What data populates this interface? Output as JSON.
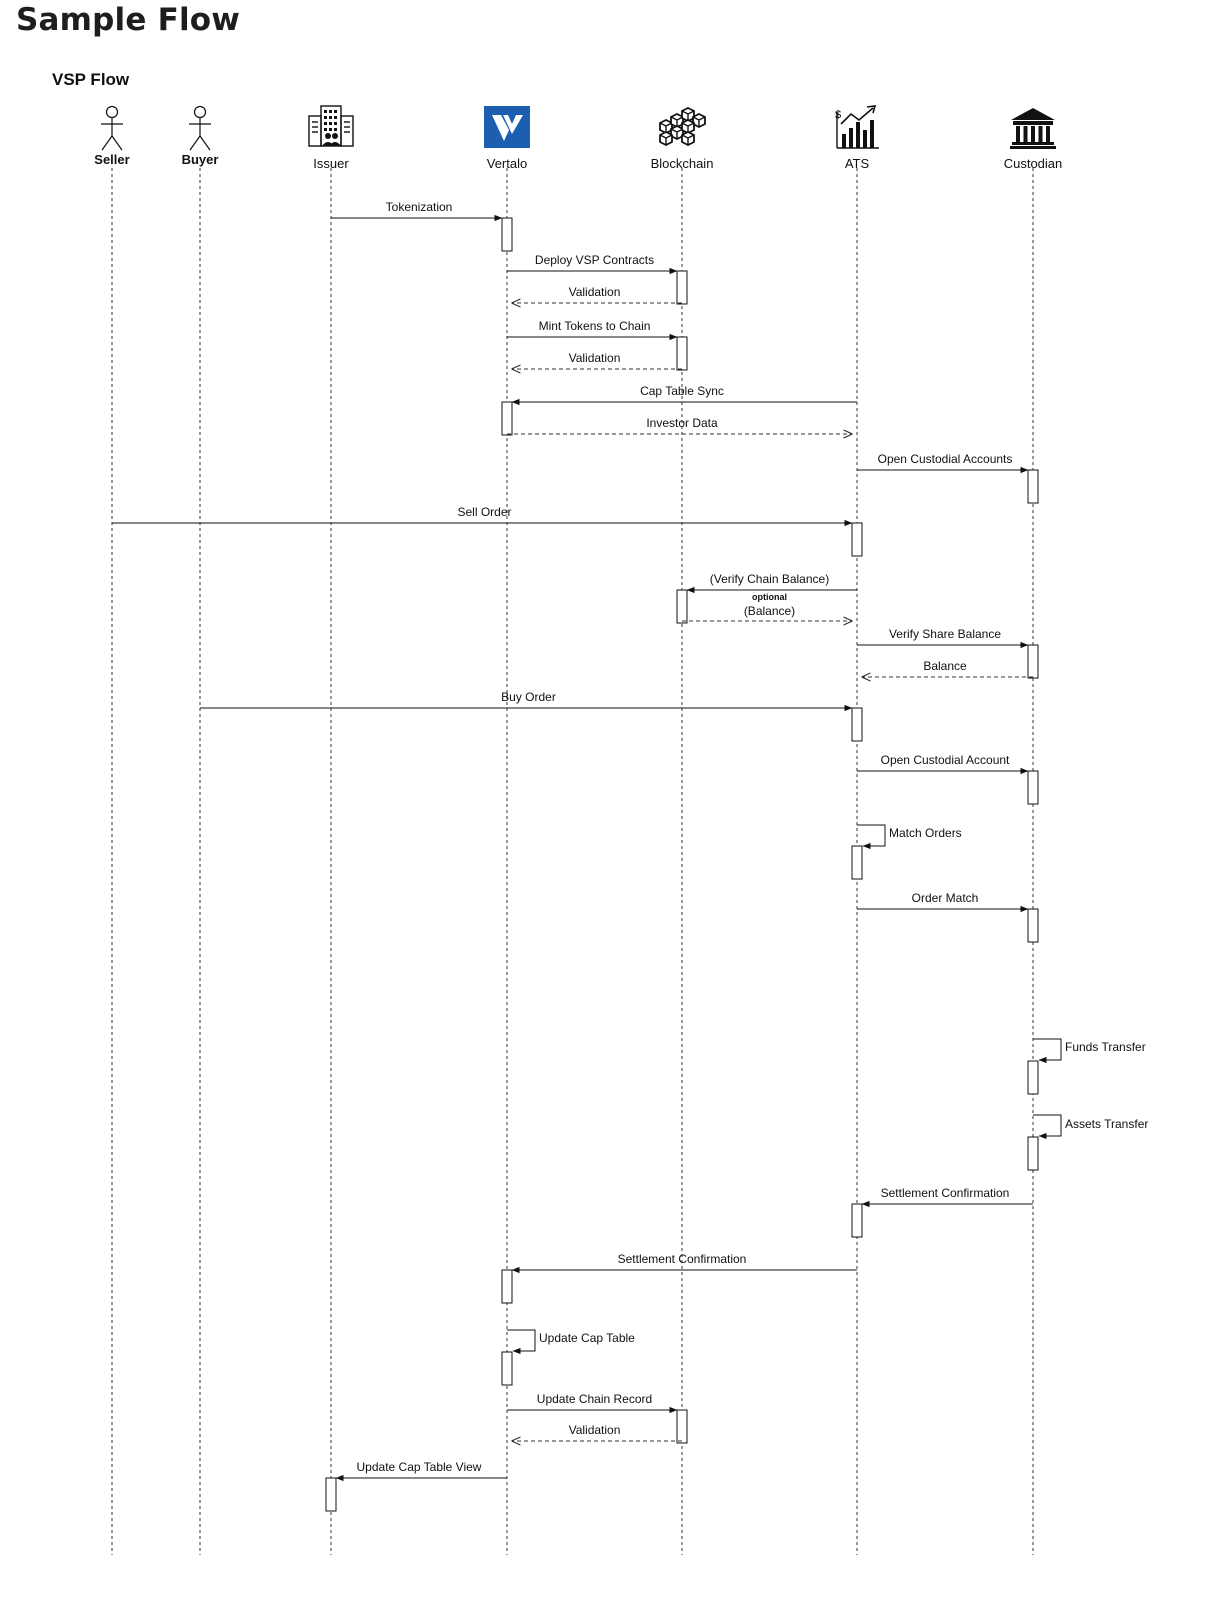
{
  "page_title": "Sample Flow",
  "diagram_title": "VSP Flow",
  "participants": [
    {
      "id": "seller",
      "label": "Seller",
      "icon": "stick-figure-icon",
      "bold": true
    },
    {
      "id": "buyer",
      "label": "Buyer",
      "icon": "stick-figure-icon",
      "bold": true
    },
    {
      "id": "issuer",
      "label": "Issuer",
      "icon": "office-building-icon",
      "bold": false
    },
    {
      "id": "vertalo",
      "label": "Vertalo",
      "icon": "vertalo-logo-icon",
      "bold": false
    },
    {
      "id": "blockchain",
      "label": "Blockchain",
      "icon": "blockchain-cubes-icon",
      "bold": false
    },
    {
      "id": "ats",
      "label": "ATS",
      "icon": "stock-chart-icon",
      "bold": false
    },
    {
      "id": "custodian",
      "label": "Custodian",
      "icon": "bank-building-icon",
      "bold": false
    }
  ],
  "messages": [
    {
      "from": "issuer",
      "to": "vertalo",
      "label": "Tokenization",
      "style": "solid"
    },
    {
      "from": "vertalo",
      "to": "blockchain",
      "label": "Deploy VSP Contracts",
      "style": "solid"
    },
    {
      "from": "blockchain",
      "to": "vertalo",
      "label": "Validation",
      "style": "dashed"
    },
    {
      "from": "vertalo",
      "to": "blockchain",
      "label": "Mint Tokens to Chain",
      "style": "solid"
    },
    {
      "from": "blockchain",
      "to": "vertalo",
      "label": "Validation",
      "style": "dashed"
    },
    {
      "from": "ats",
      "to": "vertalo",
      "label": "Cap Table Sync",
      "style": "solid"
    },
    {
      "from": "vertalo",
      "to": "ats",
      "label": "Investor Data",
      "style": "dashed"
    },
    {
      "from": "ats",
      "to": "custodian",
      "label": "Open Custodial Accounts",
      "style": "solid"
    },
    {
      "from": "seller",
      "to": "ats",
      "label": "Sell Order",
      "style": "solid"
    },
    {
      "from": "ats",
      "to": "blockchain",
      "label": "(Verify Chain Balance)",
      "style": "solid",
      "note": "optional"
    },
    {
      "from": "blockchain",
      "to": "ats",
      "label": "(Balance)",
      "style": "dashed"
    },
    {
      "from": "ats",
      "to": "custodian",
      "label": "Verify Share Balance",
      "style": "solid"
    },
    {
      "from": "custodian",
      "to": "ats",
      "label": "Balance",
      "style": "dashed"
    },
    {
      "from": "buyer",
      "to": "ats",
      "label": "Buy Order",
      "style": "solid"
    },
    {
      "from": "ats",
      "to": "custodian",
      "label": "Open Custodial Account",
      "style": "solid"
    },
    {
      "from": "ats",
      "to": "ats",
      "label": "Match Orders",
      "style": "self"
    },
    {
      "from": "ats",
      "to": "custodian",
      "label": "Order Match",
      "style": "solid"
    },
    {
      "from": "custodian",
      "to": "custodian",
      "label": "Funds Transfer",
      "style": "self"
    },
    {
      "from": "custodian",
      "to": "custodian",
      "label": "Assets Transfer",
      "style": "self"
    },
    {
      "from": "custodian",
      "to": "ats",
      "label": "Settlement Confirmation",
      "style": "solid"
    },
    {
      "from": "ats",
      "to": "vertalo",
      "label": "Settlement Confirmation",
      "style": "solid"
    },
    {
      "from": "vertalo",
      "to": "vertalo",
      "label": "Update Cap Table",
      "style": "self"
    },
    {
      "from": "vertalo",
      "to": "blockchain",
      "label": "Update Chain Record",
      "style": "solid"
    },
    {
      "from": "blockchain",
      "to": "vertalo",
      "label": "Validation",
      "style": "dashed"
    },
    {
      "from": "vertalo",
      "to": "issuer",
      "label": "Update Cap Table View",
      "style": "solid"
    }
  ],
  "colors": {
    "vertalo_logo": "#1c5fb0",
    "line": "#111111"
  }
}
